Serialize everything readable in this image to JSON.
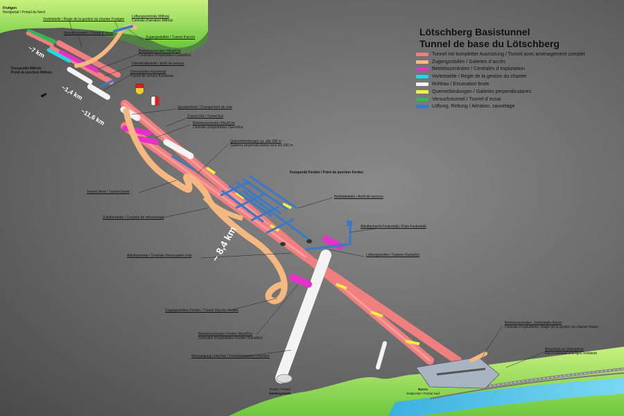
{
  "colors": {
    "full_tunnel": "#f08080",
    "access": "#f5b880",
    "operation": "#e830c8",
    "preparation": "#20d8e8",
    "excavation": "#f4f4f4",
    "crossing": "#f0f040",
    "test": "#30b858",
    "ventilation": "#3a78c8"
  },
  "legend": {
    "title_de": "Lötschberg Basistunnel",
    "title_fr": "Tunnel de base du Lötschberg",
    "items": [
      {
        "key": "full_tunnel",
        "label": "Tunnel mit kompletter Ausrüstung / Tunnel avec aménagement complet"
      },
      {
        "key": "access",
        "label": "Zugangsstollen / Galeries d´accès"
      },
      {
        "key": "operation",
        "label": "Betriebszentralen / Centrales d´exploitation"
      },
      {
        "key": "preparation",
        "label": "Vorleitstelle / Regie de la gestion du chanter"
      },
      {
        "key": "excavation",
        "label": "Rohbau / Excavation brute"
      },
      {
        "key": "crossing",
        "label": "Querverbindungen / Galeries perpendiculaires"
      },
      {
        "key": "test",
        "label": "Versuchstunnel / Tunnel d´essai"
      },
      {
        "key": "ventilation",
        "label": "Lüftung, Rettung / Aération, sauvetage"
      }
    ]
  },
  "distances": {
    "d1": "~7 km",
    "d2": "~1,4 km",
    "d3": "~11,6 km",
    "d4": "~ 8,4 km"
  },
  "labels": {
    "frutigen": {
      "bold": "Frutigen",
      "sub": "Nordportal / Portail du Nord"
    },
    "vorleitstelle": "Vorleitstelle / Regie de la gestion du chanter Frutigen",
    "versuchstunnel": "Versuchstunnel / Tunnel d´essai",
    "lueftungszentrale": {
      "title": "Lüftungszentrale Mitholz",
      "sub": "Centrale d'aération Mitholz"
    },
    "zugangsstollen_top": "Zugangsstollen / Tunnel d'accès",
    "betriebszentralen_top": {
      "title": "Betriebszentralen West/Ost",
      "sub": "Centrales d'exploitation Ouest/Est"
    },
    "dienststellen_halt": "Diensthaltestelle / Arrêt de service",
    "dienststollen_kandertal": {
      "title": "Dienststollen Kandertal",
      "sub": "Tunnel de service Kandertal"
    },
    "fusspunkt_mitholz": {
      "l1": "Fusspunkt Mitholz",
      "l2": "Point de jonction Mitholz"
    },
    "spurwechsel": "Spurwechsel / Changement de voie",
    "tunnel_ost": "Tunnel Ost / Tunnel Est",
    "betriebszentralen_mid": {
      "title": "Betriebszentralen West/Ost",
      "sub": "Centrale d'exploitation Ouest/Est"
    },
    "querverbindungen": {
      "title": "Querverbindungen ca. alle 330 m",
      "sub": "Galeries perpendiculaires tous les 330 m"
    },
    "fusspunkt_ferden": "Fusspunkt Ferden / Point de jonction Ferden",
    "nothaltestelle": "Nothaltestelle / Arrêt de secours",
    "tunnel_west": "Tunnel West / Tunnel Ouest",
    "zuluftzentrale": "Zuluftzentrale / Centrale de refoulement",
    "abluftschacht": "Abluftschacht Fosterteilä / Puits Fosterteilä",
    "lueftungsstollen": "Lüftungsstollen / Galerie d'aération",
    "abluftzentrale": "Abluftzentrale / Centrale d'évacuation d'air",
    "zugangsstollen_ferden": "Zugangsstollen Ferden / Tunnel d'accès Ferden",
    "betriebszentralen_ferden": {
      "title": "Betriebszentralen Ferden West/Ost",
      "sub": "Centrales d'exploitation Ferden Ouest/Est"
    },
    "verzweigung": "Verzweigung Lötschen / Embranchement Lötschen",
    "betriebszentralen_raron": {
      "title": "Betriebszentralen, Vorleitstelle Raron",
      "sub": "Centrale d'exploitation, Regie de la gestion du chanter Raron"
    },
    "anschluss": {
      "title": "Anschluss an Stammlinie",
      "sub": "Raccordement à la ligne existante"
    },
    "portal_niedergesteln": {
      "l1": "Portal / Portail",
      "l2": "Niedergesteln"
    },
    "raron": {
      "bold": "Raron",
      "sub": "Südportal / Portail Sud"
    }
  }
}
